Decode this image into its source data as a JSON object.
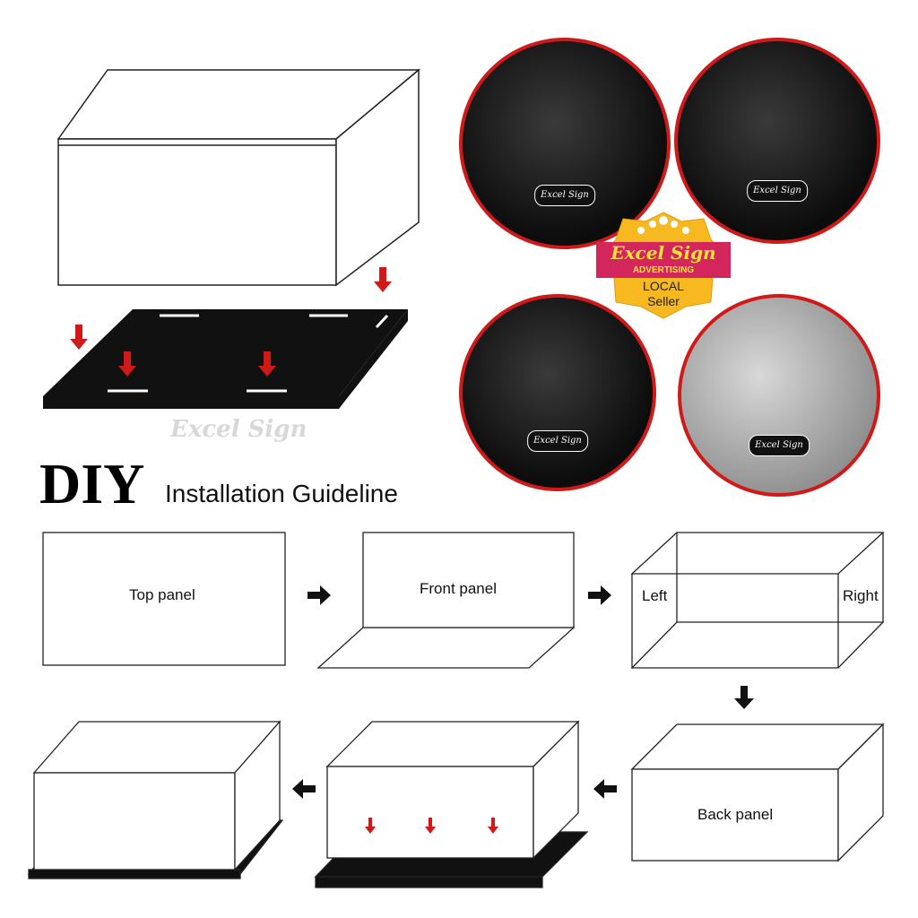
{
  "watermark": "Excel Sign",
  "photo_logo": "Excel Sign",
  "badge": {
    "name": "Excel Sign",
    "sub": "ADVERTISING",
    "local": "LOCAL",
    "seller": "Seller"
  },
  "title": {
    "main": "DIY",
    "sub": "Installation Guideline"
  },
  "steps": {
    "top_panel": "Top panel",
    "front_panel": "Front panel",
    "left": "Left",
    "right": "Right",
    "back_panel": "Back panel"
  },
  "colors": {
    "accent": "#d01a1a",
    "badge_gold": "#f7b820",
    "badge_ribbon": "#d2265d"
  }
}
